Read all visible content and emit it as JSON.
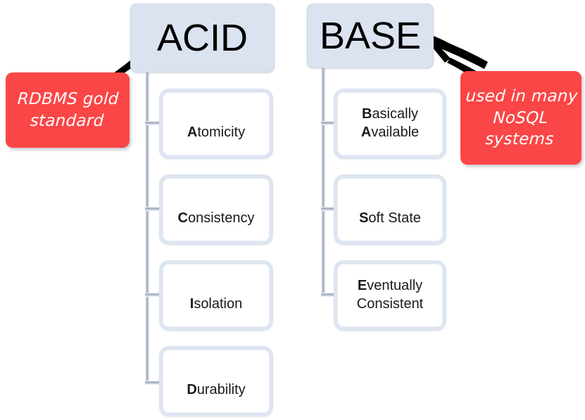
{
  "diagram": {
    "title": "ACID vs BASE comparison tree",
    "colors": {
      "root_fill": "#dbe3f0",
      "root_border": "#ccd7e8",
      "leaf_fill": "#ffffff",
      "leaf_border": "#dde5f1",
      "callout_fill": "#fa4646",
      "callout_text": "#ffffff",
      "connector": "#aab4c4",
      "arrow": "#000000",
      "background": "#ffffff"
    },
    "columns": [
      {
        "id": "acid",
        "root_label": "ACID",
        "children": [
          {
            "lead": "A",
            "rest": "tomicity",
            "full": "Atomicity"
          },
          {
            "lead": "C",
            "rest": "onsistency",
            "full": "Consistency"
          },
          {
            "lead": "I",
            "rest": "solation",
            "full": "Isolation"
          },
          {
            "lead": "D",
            "rest": "urability",
            "full": "Durability"
          }
        ]
      },
      {
        "id": "base",
        "root_label": "BASE",
        "children": [
          {
            "lead": "B",
            "rest": "asically",
            "lead2": "A",
            "rest2": "vailable",
            "full": "Basically Available"
          },
          {
            "lead": "S",
            "rest": "oft State",
            "full": "Soft State"
          },
          {
            "lead": "E",
            "rest": "ventually",
            "rest2": "Consistent",
            "full": "Eventually Consistent"
          }
        ]
      }
    ],
    "callouts": [
      {
        "id": "acid-callout",
        "text": "RDBMS gold\nstandard",
        "points_to": "ACID"
      },
      {
        "id": "base-callout",
        "text": "used in many\nNoSQL\nsystems",
        "points_to": "BASE"
      }
    ]
  }
}
